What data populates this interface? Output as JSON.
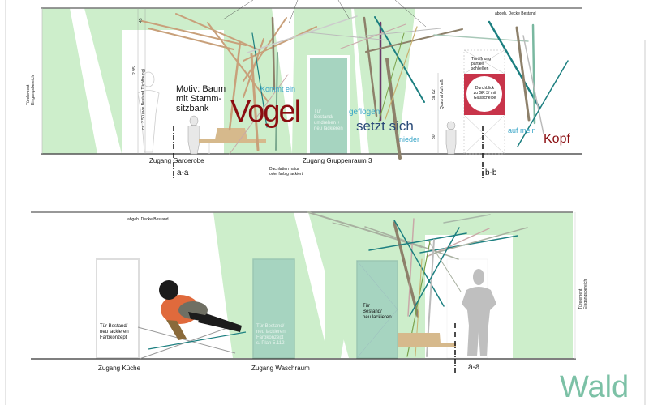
{
  "top_elevation": {
    "ceiling_note": "abgeh. Decke Bestand",
    "side_label_left": [
      "Türelement",
      "Eingangsbereich"
    ],
    "dim_total": "2.95",
    "dim_top": "45",
    "dim_door": "ca. 2.50 (wie Bestand Türöffnung)",
    "motif": [
      "Motiv: Baum",
      "mit Stamm-",
      "sitzbank"
    ],
    "door_middle": [
      "Tür",
      "Bestand/",
      "umdrehen +",
      "neu lackieren"
    ],
    "opening_note": [
      "Türöffnung",
      "partiell",
      "schließen"
    ],
    "window_note": [
      "Durchblick",
      "zu GR 3/ mit",
      "Glasscheibe"
    ],
    "dim_square": "ca. 82",
    "dim_square_note": "Quadrat Aufmaß!",
    "dim_bottom": "80",
    "poem": {
      "kommt_ein": "Kommt ein",
      "vogel": "Vogel",
      "geflogen": "geflogen",
      "setzt_sich": "setzt sich",
      "nieder": "nieder",
      "auf_mein": "auf mein",
      "kopf": "Kopf"
    },
    "access_left": "Zugang Garderobe",
    "access_middle": "Zugang Gruppenraum 3",
    "slats_note": [
      "Dachlatten natur",
      "oder farbig lackiert"
    ],
    "section_a": "a-a",
    "section_b": "b-b"
  },
  "bottom_elevation": {
    "ceiling_note": "abgeh. Decke Bestand",
    "side_label_right": [
      "Türelement",
      "Eingangsbereich"
    ],
    "door_left": [
      "Tür Bestand/",
      "neu lackieren",
      "Farbkonzept"
    ],
    "door_middle": [
      "Tür Bestand/",
      "neu lackieren",
      "Farbkonzept",
      "s. Plan 5.112"
    ],
    "door_right": [
      "Tür",
      "Bestand/",
      "neu lackieren"
    ],
    "access_left": "Zugang Küche",
    "access_middle": "Zugang Waschraum",
    "section_a": "a-a"
  },
  "title": "Wald",
  "colors": {
    "green_wash": "#cdeecb",
    "door_green": "#a6d4c0",
    "poem_red": "#8b0d10",
    "poem_blue": "#3aa6c8",
    "poem_navy": "#2a4a78",
    "window_red": "#c8344a",
    "title_green": "#7cc1a6"
  }
}
